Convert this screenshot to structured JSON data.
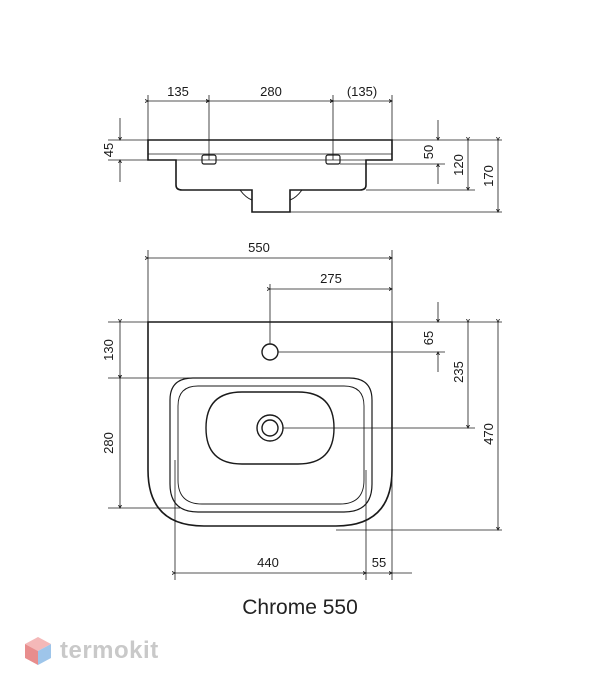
{
  "caption": "Chrome 550",
  "brand": {
    "name": "termokit"
  },
  "top_view_dims": {
    "left_offset": "135",
    "hole_spacing": "280",
    "right_offset": "(135)",
    "rim_height": "45",
    "tap_depth": "50",
    "basin_depth": "120",
    "total_height": "170"
  },
  "plan_view_dims": {
    "overall_width": "550",
    "tap_hole_center": "275",
    "tap_from_back": "65",
    "drain_from_back": "235",
    "overall_depth": "470",
    "back_to_bowl": "130",
    "bowl_depth": "280",
    "bowl_width": "440",
    "side_margin": "55"
  }
}
